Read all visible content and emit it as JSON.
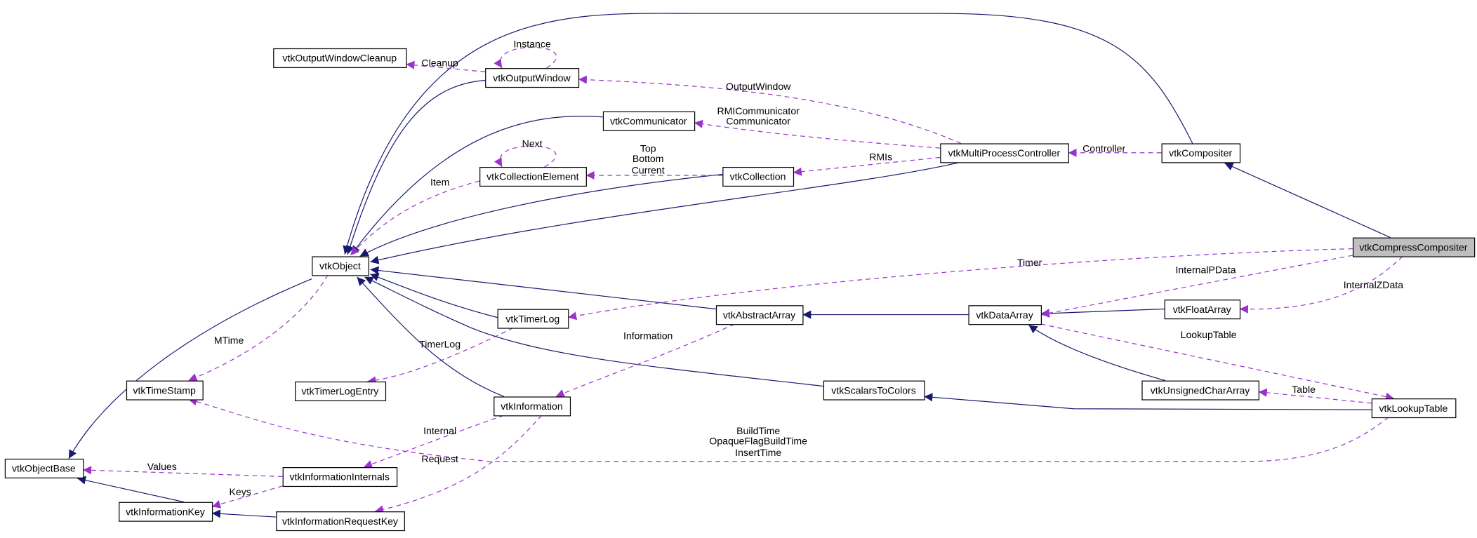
{
  "diagram": {
    "colors": {
      "inheritance": "#191970",
      "usage": "#9a32cd",
      "focus_fill": "#bfbfbf",
      "node_border": "#000000"
    },
    "nodes": [
      {
        "id": "cleanup",
        "label": "vtkOutputWindowCleanup"
      },
      {
        "id": "outwin",
        "label": "vtkOutputWindow"
      },
      {
        "id": "comm",
        "label": "vtkCommunicator"
      },
      {
        "id": "collel",
        "label": "vtkCollectionElement"
      },
      {
        "id": "coll",
        "label": "vtkCollection"
      },
      {
        "id": "mpc",
        "label": "vtkMultiProcessController"
      },
      {
        "id": "compositer",
        "label": "vtkCompositer"
      },
      {
        "id": "compress",
        "label": "vtkCompressCompositer",
        "focus": true
      },
      {
        "id": "object",
        "label": "vtkObject"
      },
      {
        "id": "timerlog",
        "label": "vtkTimerLog"
      },
      {
        "id": "absarray",
        "label": "vtkAbstractArray"
      },
      {
        "id": "dataarray",
        "label": "vtkDataArray"
      },
      {
        "id": "floatarray",
        "label": "vtkFloatArray"
      },
      {
        "id": "ucarray",
        "label": "vtkUnsignedCharArray"
      },
      {
        "id": "s2c",
        "label": "vtkScalarsToColors"
      },
      {
        "id": "lut",
        "label": "vtkLookupTable"
      },
      {
        "id": "timestamp",
        "label": "vtkTimeStamp"
      },
      {
        "id": "tlentry",
        "label": "vtkTimerLogEntry"
      },
      {
        "id": "info",
        "label": "vtkInformation"
      },
      {
        "id": "objbase",
        "label": "vtkObjectBase"
      },
      {
        "id": "infoint",
        "label": "vtkInformationInternals"
      },
      {
        "id": "infokey",
        "label": "vtkInformationKey"
      },
      {
        "id": "inforeq",
        "label": "vtkInformationRequestKey"
      }
    ],
    "edge_labels": {
      "cleanup": [
        "Cleanup"
      ],
      "instance": [
        "Instance"
      ],
      "outputwindow": [
        "OutputWindow"
      ],
      "communicator": [
        "RMICommunicator",
        "Communicator"
      ],
      "rmis": [
        "RMIs"
      ],
      "topbottom": [
        "Top",
        "Bottom",
        "Current"
      ],
      "next": [
        "Next"
      ],
      "item": [
        "Item"
      ],
      "controller": [
        "Controller"
      ],
      "timer": [
        "Timer"
      ],
      "internalpdata": [
        "InternalPData"
      ],
      "internalzdata": [
        "InternalZData"
      ],
      "lookuptable": [
        "LookupTable"
      ],
      "table": [
        "Table"
      ],
      "buildtime": [
        "BuildTime",
        "OpaqueFlagBuildTime",
        "InsertTime"
      ],
      "mtime": [
        "MTime"
      ],
      "timerlog": [
        "TimerLog"
      ],
      "information": [
        "Information"
      ],
      "internal": [
        "Internal"
      ],
      "request": [
        "Request"
      ],
      "values": [
        "Values"
      ],
      "keys": [
        "Keys"
      ]
    }
  }
}
